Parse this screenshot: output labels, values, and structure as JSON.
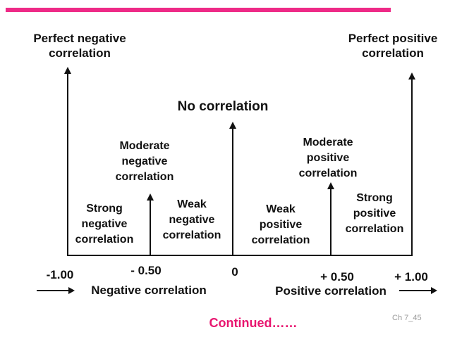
{
  "slide": {
    "accent_bar_color": "#EE2A87",
    "diagram": {
      "top_labels": {
        "perfect_negative": "Perfect negative\ncorrelation",
        "perfect_positive": "Perfect positive\ncorrelation",
        "no_correlation": "No correlation"
      },
      "strength_labels": {
        "moderate_negative": "Moderate\nnegative\ncorrelation",
        "moderate_positive": "Moderate\npositive\ncorrelation",
        "strong_negative": "Strong\nnegative\ncorrelation",
        "weak_negative": "Weak\nnegative\ncorrelation",
        "weak_positive": "Weak\npositive\ncorrelation",
        "strong_positive": "Strong\npositive\ncorrelation"
      },
      "scale": {
        "ticks": [
          "-1.00",
          "- 0.50",
          "0",
          "+ 0.50",
          "+ 1.00"
        ]
      },
      "axis_labels": {
        "negative": "Negative correlation",
        "positive": "Positive correlation"
      }
    },
    "footer": {
      "continued": "Continued……",
      "continued_color": "#E8156F",
      "page_ref": "Ch 7_45",
      "page_ref_color": "#999999"
    }
  }
}
